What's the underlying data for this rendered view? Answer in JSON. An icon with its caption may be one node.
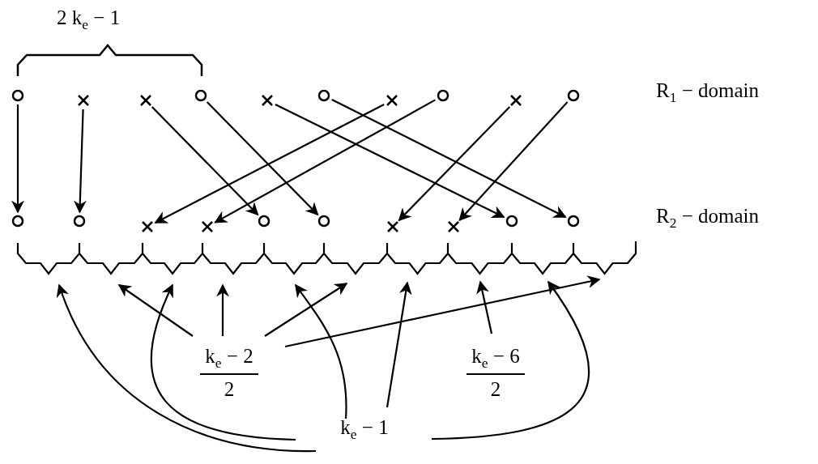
{
  "diagram": {
    "nodes": [
      {
        "text": [],
        "shape": "circle"
      },
      {
        "text": [],
        "shape": "cross"
      },
      {
        "text": [],
        "shape": "cross"
      },
      {
        "text": [],
        "shape": "circle"
      },
      {
        "text": [],
        "shape": "cross"
      },
      {
        "text": [],
        "shape": "circle"
      },
      {
        "text": [],
        "shape": "cross"
      },
      {
        "text": [],
        "shape": "circle"
      },
      {
        "text": [],
        "shape": "cross"
      },
      {
        "text": [],
        "shape": "circle"
      },
      {
        "text": [],
        "shape": "circle"
      },
      {
        "text": [],
        "shape": "circle"
      },
      {
        "text": [],
        "shape": "cross"
      },
      {
        "text": [],
        "shape": "cross"
      },
      {
        "text": [],
        "shape": "circle"
      },
      {
        "text": [],
        "shape": "circle"
      },
      {
        "text": [],
        "shape": "cross"
      },
      {
        "text": [],
        "shape": "cross"
      },
      {
        "text": [],
        "shape": "circle"
      },
      {
        "text": [],
        "shape": "circle"
      },
      {
        "text": [
          "k$_{e}$ − 2",
          "2"
        ]
      },
      {
        "text": [
          "k$_{e}$ − 6",
          "2"
        ]
      },
      {
        "text": [
          "k$_{e}$ − 1"
        ]
      }
    ],
    "edges": [
      {
        "from": 0,
        "to": 10,
        "arrow": "to"
      },
      {
        "from": 1,
        "to": 11,
        "arrow": "to"
      },
      {
        "from": 2,
        "to": 14,
        "arrow": "to"
      },
      {
        "from": 3,
        "to": 15,
        "arrow": "to"
      },
      {
        "from": 4,
        "to": 18,
        "arrow": "to"
      },
      {
        "from": 5,
        "to": 19,
        "arrow": "to"
      },
      {
        "from": 6,
        "to": 12,
        "arrow": "to"
      },
      {
        "from": 7,
        "to": 13,
        "arrow": "to"
      },
      {
        "from": 8,
        "to": 16,
        "arrow": "to"
      },
      {
        "from": 9,
        "to": 17,
        "arrow": "to"
      },
      {
        "from": 20,
        "to": null,
        "arrow": "to"
      },
      {
        "from": 20,
        "to": null,
        "arrow": "to"
      },
      {
        "from": 20,
        "to": null,
        "arrow": "to"
      },
      {
        "from": 20,
        "to": null,
        "arrow": "to"
      },
      {
        "from": 21,
        "to": null,
        "arrow": "to"
      },
      {
        "from": 22,
        "to": null,
        "arrow": "to"
      },
      {
        "from": 22,
        "to": null,
        "arrow": "to"
      },
      {
        "from": 22,
        "to": null,
        "arrow": "to"
      },
      {
        "from": 22,
        "to": null,
        "arrow": "to"
      },
      {
        "from": 22,
        "to": null,
        "arrow": "to"
      }
    ],
    "labels": [
      "2 k$_{e}$ − 1",
      "R$_{1}$ − domain",
      "R$_{2}$ − domain"
    ]
  }
}
